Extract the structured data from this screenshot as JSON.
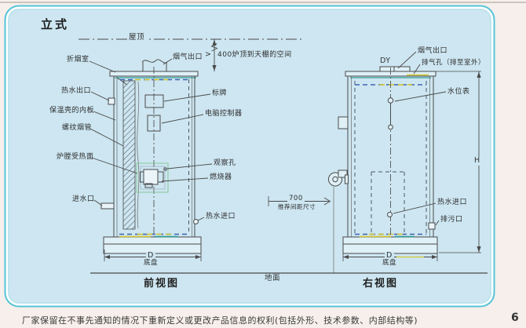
{
  "page": {
    "title": "立式",
    "footer": "厂家保留在不事先通知的情况下重新定义或更改产品信息的权利(包括外形、技术参数、内部结构等)",
    "page_number": "6",
    "ground_label": "地面"
  },
  "front": {
    "caption": "前视图",
    "labels": {
      "roof": "屋顶",
      "clearance_gt": ">",
      "clearance": "400炉顶到天棚的空间",
      "flue_gas_outlet": "烟气出口",
      "folded_smoke_chamber": "折烟室",
      "hot_water_outlet": "热水出口",
      "nameplate": "标牌",
      "insulation_inner_plate": "保温壳的内板",
      "computer_controller": "电脑控制器",
      "threaded_smoke_tube": "螺纹烟管",
      "furnace_heating_surface": "炉膛受热面",
      "observation_hole": "观察孔",
      "burner": "燃烧器",
      "water_inlet": "进水口",
      "hot_water_inlet": "热水进口",
      "width_dim": "D",
      "base": "底盘"
    }
  },
  "right": {
    "caption": "右视图",
    "labels": {
      "chimney_dim": "DY",
      "flue_gas_outlet": "烟气出口",
      "vent_hole": "排气孔（排至室外）",
      "water_level_gauge": "水位表",
      "height_dim": "H",
      "spacing_value": "700",
      "spacing_note": "推荐间距尺寸",
      "hot_water_inlet": "热水进口",
      "blowdown_port": "排污口",
      "width_dim": "D",
      "base": "底盘"
    }
  },
  "colors": {
    "panel_bg": "#cde6f1",
    "panel_border": "#55c4d8",
    "line": "#4a4a4a",
    "accent_yellow": "#d3c52f",
    "accent_blue": "#3f62b0",
    "accent_teal": "#2f9e96"
  }
}
